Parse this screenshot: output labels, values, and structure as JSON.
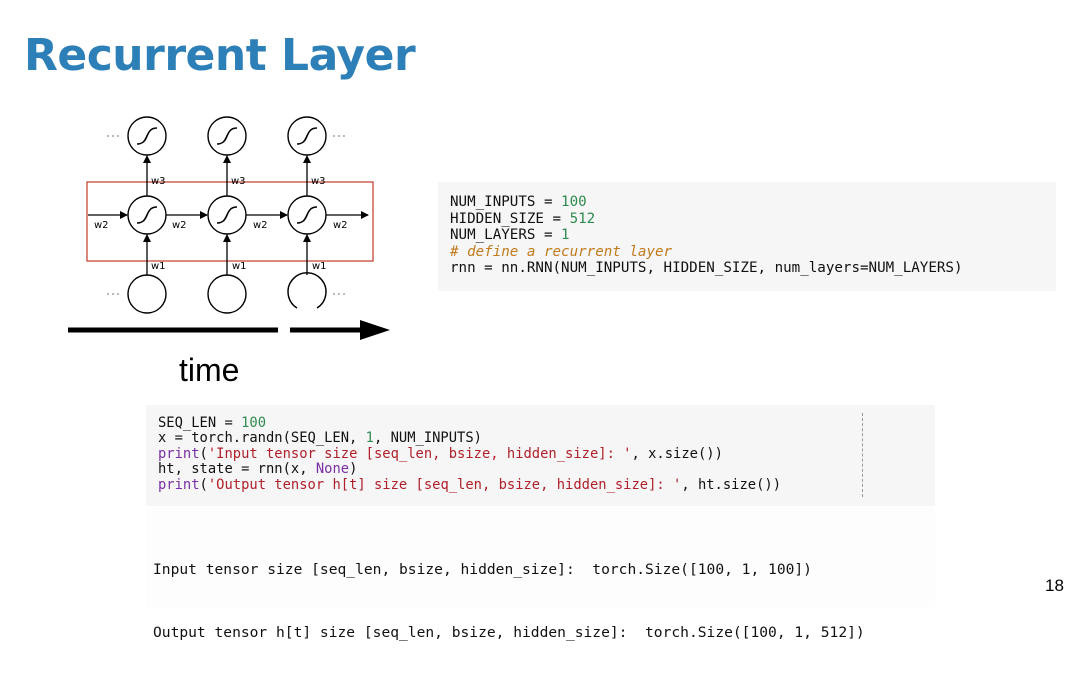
{
  "slide": {
    "title": "Recurrent Layer",
    "page_number": "18"
  },
  "diagram": {
    "time_label": "time",
    "weight_labels": {
      "input": "w1",
      "recurrent": "w2",
      "output": "w3"
    },
    "colors": {
      "box": "#c0392b",
      "title": "#2d7fb8"
    }
  },
  "code_cell_1": {
    "lines": [
      [
        {
          "t": "NUM_INPUTS = ",
          "c": "plain"
        },
        {
          "t": "100",
          "c": "num"
        }
      ],
      [
        {
          "t": "HIDDEN_SIZE = ",
          "c": "plain"
        },
        {
          "t": "512",
          "c": "num"
        }
      ],
      [
        {
          "t": "NUM_LAYERS = ",
          "c": "plain"
        },
        {
          "t": "1",
          "c": "num"
        }
      ],
      [
        {
          "t": "# define a recurrent layer",
          "c": "comment"
        }
      ],
      [
        {
          "t": "rnn = nn.RNN(NUM_INPUTS, HIDDEN_SIZE, num_layers=NUM_LAYERS)",
          "c": "plain"
        }
      ]
    ]
  },
  "code_cell_2": {
    "lines": [
      [
        {
          "t": "SEQ_LEN = ",
          "c": "plain"
        },
        {
          "t": "100",
          "c": "num"
        }
      ],
      [
        {
          "t": "x = torch.randn(SEQ_LEN, ",
          "c": "plain"
        },
        {
          "t": "1",
          "c": "num"
        },
        {
          "t": ", NUM_INPUTS)",
          "c": "plain"
        }
      ],
      [
        {
          "t": "print",
          "c": "kw"
        },
        {
          "t": "(",
          "c": "plain"
        },
        {
          "t": "'Input tensor size [seq_len, bsize, hidden_size]: '",
          "c": "str"
        },
        {
          "t": ", x.size())",
          "c": "plain"
        }
      ],
      [
        {
          "t": "ht, state = rnn(x, ",
          "c": "plain"
        },
        {
          "t": "None",
          "c": "kw"
        },
        {
          "t": ")",
          "c": "plain"
        }
      ],
      [
        {
          "t": "print",
          "c": "kw"
        },
        {
          "t": "(",
          "c": "plain"
        },
        {
          "t": "'Output tensor h[t] size [seq_len, bsize, hidden_size]: '",
          "c": "str"
        },
        {
          "t": ", ht.size())",
          "c": "plain"
        }
      ]
    ]
  },
  "output_cell": {
    "lines": [
      "Input tensor size [seq_len, bsize, hidden_size]:  torch.Size([100, 1, 100])",
      "Output tensor h[t] size [seq_len, bsize, hidden_size]:  torch.Size([100, 1, 512])"
    ]
  }
}
